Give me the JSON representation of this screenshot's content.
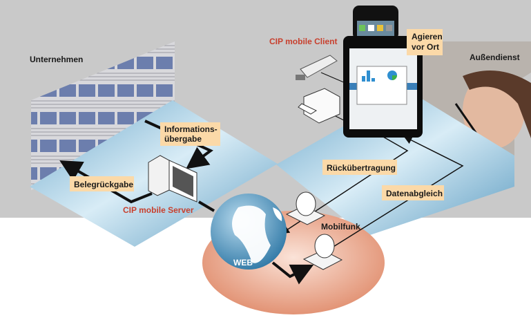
{
  "labels": {
    "company": "Unternehmen",
    "field_service": "Außendienst",
    "client": "CIP mobile Client",
    "server": "CIP mobile Server",
    "info_line1": "Informations-",
    "info_line2": "übergabe",
    "return_docs": "Belegrückgabe",
    "act_line1": "Agieren",
    "act_line2": "vor Ort",
    "retransfer": "Rückübertragung",
    "sync": "Datenabgleich",
    "mobile_radio": "Mobilfunk",
    "web": "WEB"
  },
  "colors": {
    "background_top": "#c9c9c9",
    "label_box": "#fbd9a8",
    "accent_red": "#c8402e",
    "plane_blue": "#8fc1dc",
    "ellipse_salmon": "#e49a7c"
  }
}
